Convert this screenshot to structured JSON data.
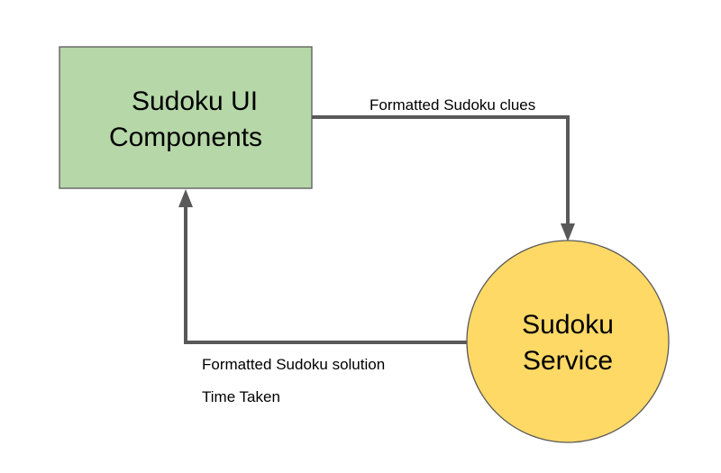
{
  "nodes": {
    "ui_components": {
      "label_line1": "Sudoku UI",
      "label_line2": "Components",
      "fill_color": "#b6d7a8",
      "stroke_color": "#595959"
    },
    "sudoku_service": {
      "label_line1": "Sudoku",
      "label_line2": "Service",
      "fill_color": "#ffd966",
      "stroke_color": "#595959"
    }
  },
  "edges": {
    "clues": {
      "label": "Formatted Sudoku clues",
      "color": "#595959"
    },
    "solution": {
      "label_line1": "Formatted Sudoku solution",
      "label_line2": "Time Taken",
      "color": "#595959"
    }
  }
}
